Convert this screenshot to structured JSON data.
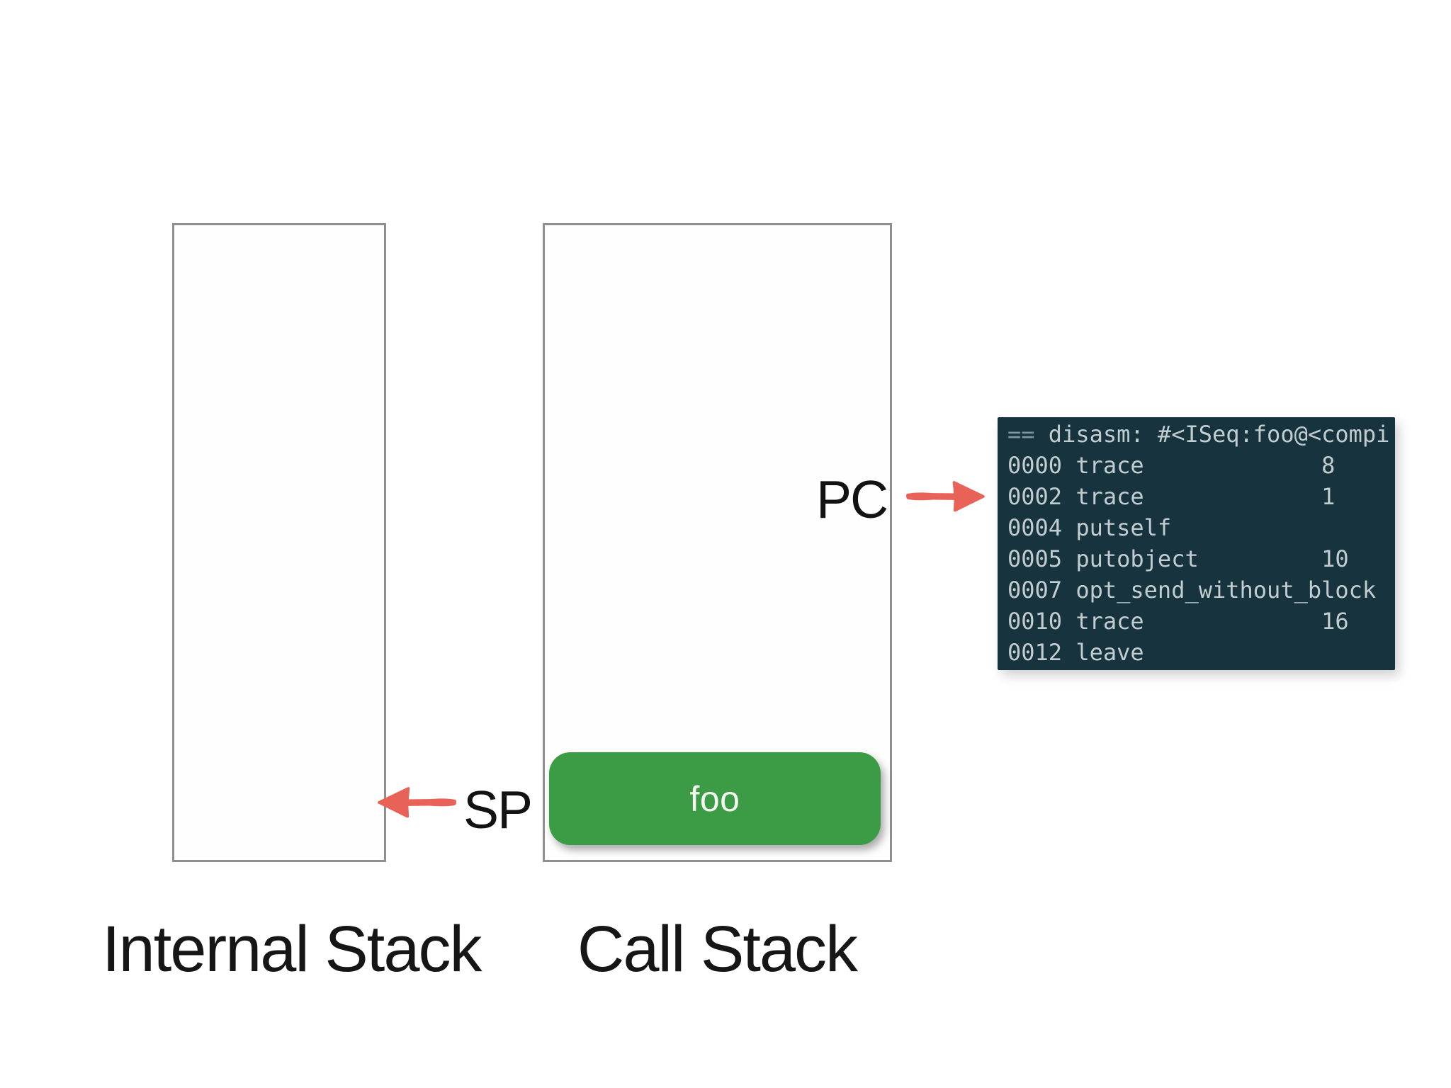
{
  "page": {
    "background_color": "#ffffff",
    "box_border_color": "#8f8f8f",
    "arrow_color": "#e96257",
    "label_color": "#161616"
  },
  "diagram": {
    "internal_stack": {
      "label": "Internal Stack"
    },
    "call_stack": {
      "label": "Call Stack",
      "frame": {
        "label": "foo",
        "color": "#3c9b45",
        "text_color": "#f3f7f0"
      }
    },
    "pointers": {
      "sp": {
        "label": "SP"
      },
      "pc": {
        "label": "PC"
      }
    }
  },
  "terminal": {
    "background": "#17333e",
    "text_color": "#c2cdd0",
    "dim_color": "#7f969b",
    "header_prefix": "==",
    "header_rest": " disasm: #<ISeq:foo@<compi",
    "lines": [
      "0000 trace             8",
      "0002 trace             1",
      "0004 putself",
      "0005 putobject         10",
      "0007 opt_send_without_block",
      "0010 trace             16",
      "0012 leave"
    ]
  }
}
